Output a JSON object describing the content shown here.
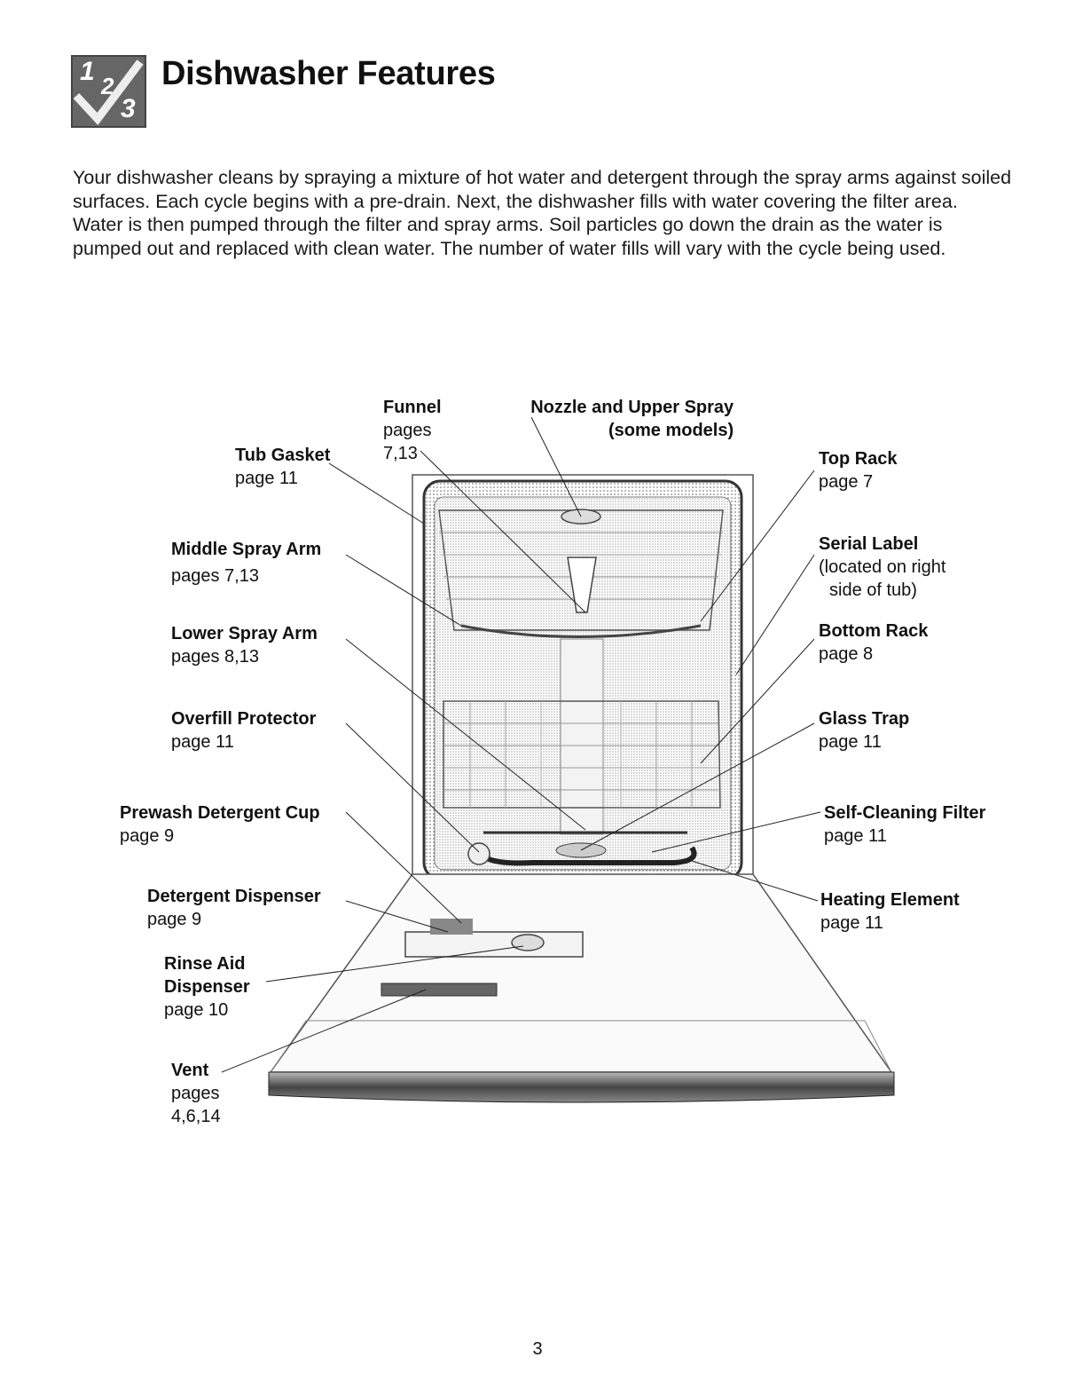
{
  "header": {
    "icon_glyphs": [
      "1",
      "2",
      "3"
    ],
    "title": "Dishwasher Features"
  },
  "intro": "Your dishwasher cleans by spraying a mixture of hot water and detergent through the spray arms against soiled surfaces. Each cycle begins with a pre-drain. Next, the dishwasher fills with water covering the filter area. Water is then pumped through the filter and spray arms. Soil particles go down the drain as the water is pumped out and replaced with clean water. The number of water fills will vary with the cycle being used.",
  "callouts": {
    "funnel": {
      "title": "Funnel",
      "sub1": "pages",
      "sub2": "7,13"
    },
    "nozzle": {
      "title": "Nozzle and Upper Spray",
      "sub1": "(some models)"
    },
    "tub_gasket": {
      "title": "Tub Gasket",
      "sub1": "page 11"
    },
    "top_rack": {
      "title": "Top Rack",
      "sub1": "page 7"
    },
    "middle_spray_arm": {
      "title": "Middle Spray Arm",
      "sub1": "pages 7,13"
    },
    "serial_label": {
      "title": "Serial  Label",
      "sub1": "(located on right",
      "sub2": "side of tub)"
    },
    "lower_spray_arm": {
      "title": "Lower Spray Arm",
      "sub1": "pages 8,13"
    },
    "bottom_rack": {
      "title": "Bottom Rack",
      "sub1": "page 8"
    },
    "overfill_protector": {
      "title": "Overfill Protector",
      "sub1": "page 11"
    },
    "glass_trap": {
      "title": "Glass Trap",
      "sub1": "page 11"
    },
    "prewash_cup": {
      "title": "Prewash Detergent Cup",
      "sub1": "page 9"
    },
    "self_cleaning_filter": {
      "title": "Self-Cleaning Filter",
      "sub1": "page 11"
    },
    "detergent_dispenser": {
      "title": "Detergent Dispenser",
      "sub1": "page 9"
    },
    "heating_element": {
      "title": "Heating Element",
      "sub1": "page 11"
    },
    "rinse_aid": {
      "title": "Rinse Aid",
      "title2": "Dispenser",
      "sub1": "page 10"
    },
    "vent": {
      "title": "Vent",
      "sub1": "pages",
      "sub2": "4,6,14"
    }
  },
  "page_number": "3"
}
